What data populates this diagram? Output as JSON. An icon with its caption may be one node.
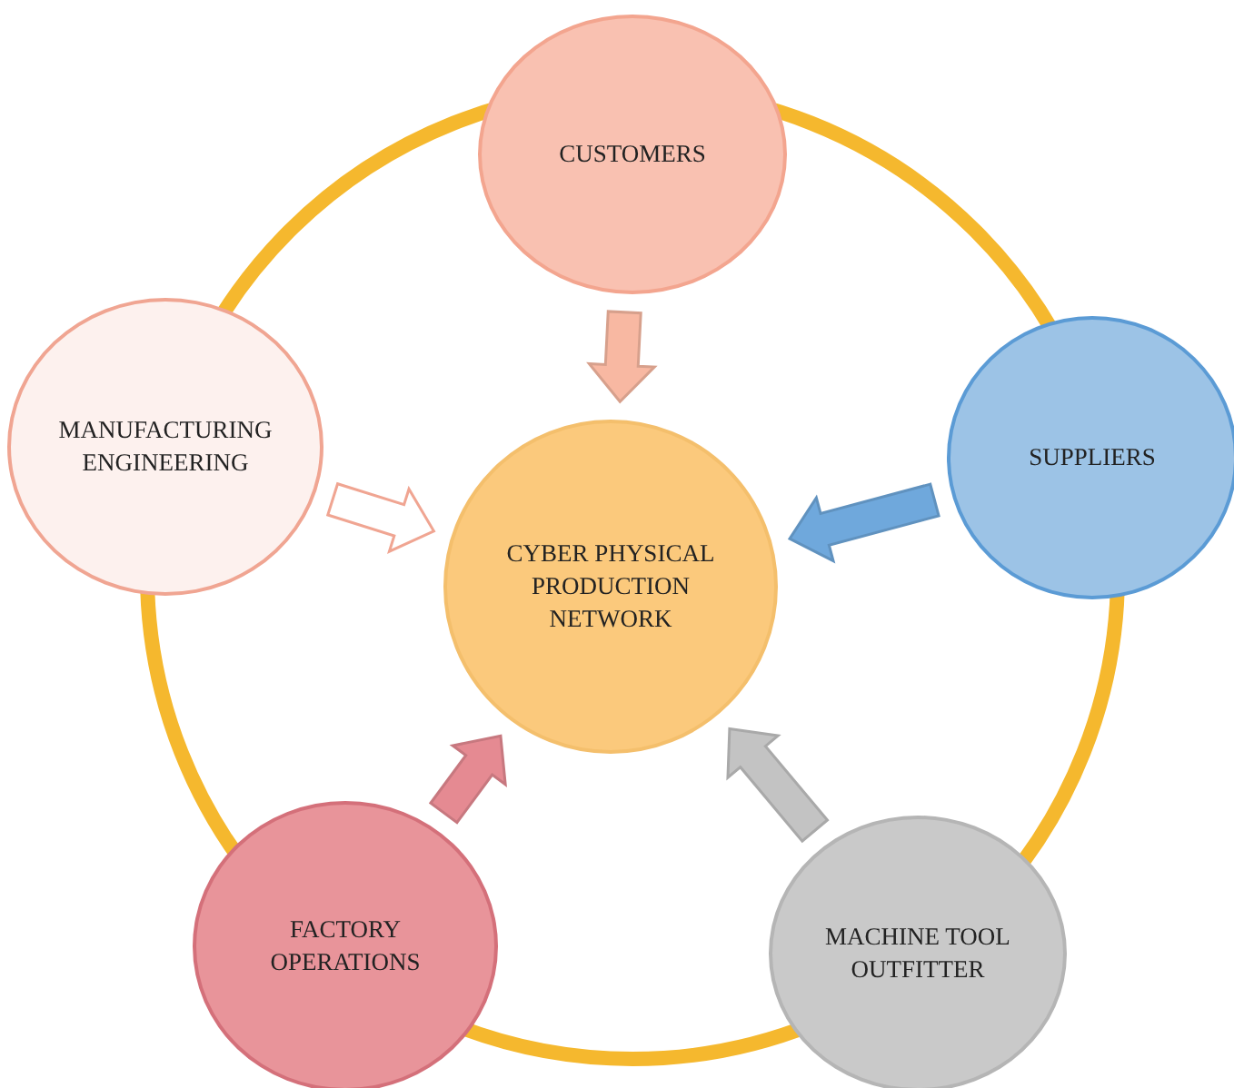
{
  "diagram": {
    "nodes": [
      {
        "text": [
          "CUSTOMERS"
        ]
      },
      {
        "text": [
          "MANUFACTURING ENGINEERING"
        ]
      },
      {
        "text": [
          "SUPPLIERS"
        ]
      },
      {
        "text": [
          "CYBER PHYSICAL PRODUCTION NETWORK"
        ]
      },
      {
        "text": [
          "FACTORY OPERATIONS"
        ]
      },
      {
        "text": [
          "MACHINE TOOL OUTFITTER"
        ]
      }
    ],
    "edges": [
      {
        "from": 0,
        "to": 3,
        "arrow": "to",
        "color": "#f8b8a2"
      },
      {
        "from": 1,
        "to": 3,
        "arrow": "to",
        "color": "#ffffff"
      },
      {
        "from": 2,
        "to": 3,
        "arrow": "to",
        "color": "#6fa8dc"
      },
      {
        "from": 4,
        "to": 3,
        "arrow": "to",
        "color": "#e58a92"
      },
      {
        "from": 5,
        "to": 3,
        "arrow": "to",
        "color": "#c3c3c3"
      }
    ]
  }
}
